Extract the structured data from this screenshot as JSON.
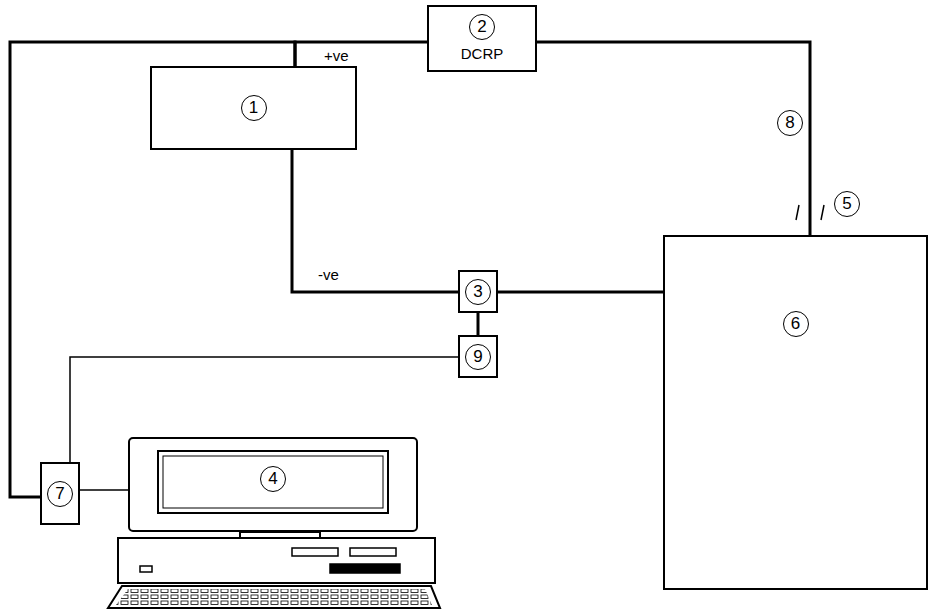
{
  "diagram": {
    "nodes": [
      {
        "text": [
          "1"
        ]
      },
      {
        "text": [
          "2",
          "DCRP"
        ]
      },
      {
        "text": [
          "3"
        ]
      },
      {
        "text": [
          "6"
        ]
      },
      {
        "text": [
          "9"
        ]
      },
      {
        "text": [
          "7"
        ]
      },
      {
        "text": [
          "4"
        ]
      }
    ],
    "edges": [
      {
        "from": 0,
        "to": 1,
        "arrow": "none"
      },
      {
        "from": 0,
        "to": 5,
        "arrow": "none"
      },
      {
        "from": 0,
        "to": 2,
        "arrow": "none"
      },
      {
        "from": 1,
        "to": 3,
        "arrow": "none"
      },
      {
        "from": 2,
        "to": 3,
        "arrow": "none"
      },
      {
        "from": 2,
        "to": 4,
        "arrow": "none"
      },
      {
        "from": 4,
        "to": 5,
        "arrow": "none"
      },
      {
        "from": 5,
        "to": 6,
        "arrow": "none"
      }
    ],
    "labels": [
      "+ve",
      "-ve",
      "8",
      "5"
    ]
  }
}
